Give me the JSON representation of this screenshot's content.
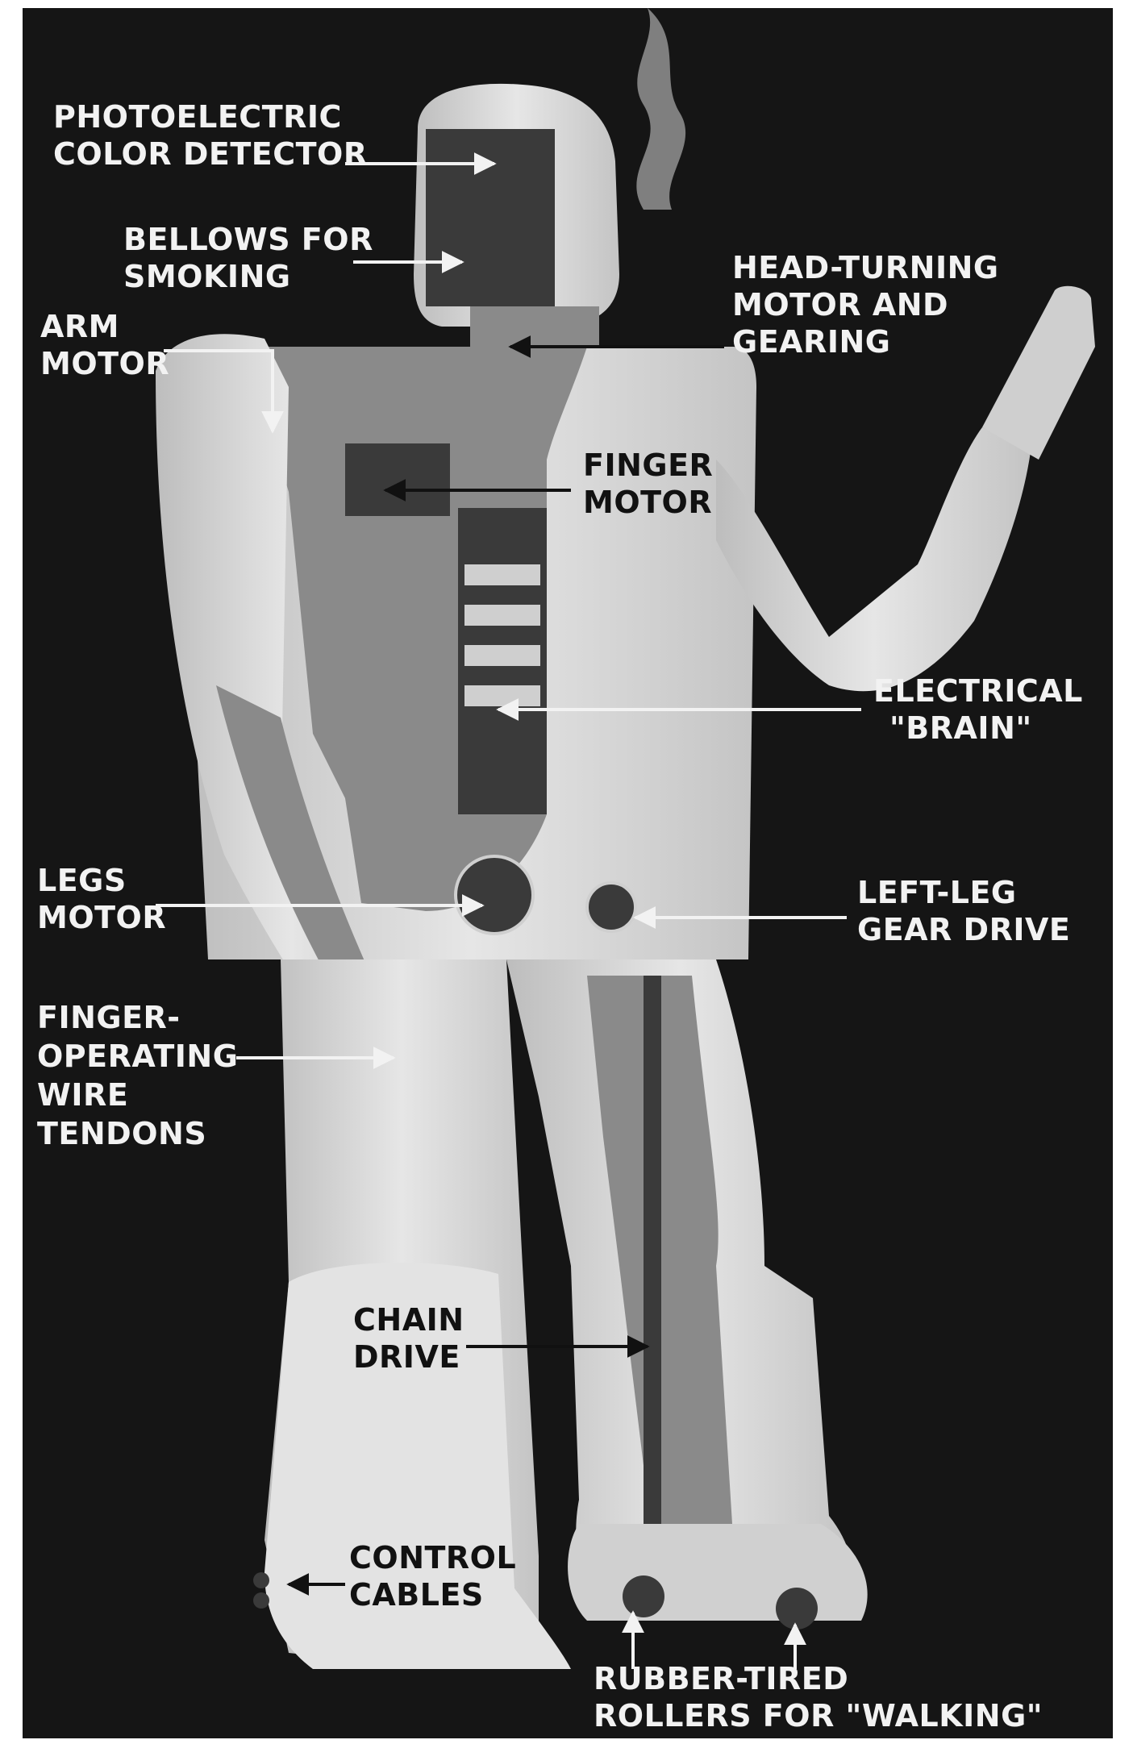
{
  "labels": {
    "photoelectric": [
      "PHOTOELECTRIC",
      "COLOR DETECTOR"
    ],
    "bellows": [
      "BELLOWS FOR",
      "SMOKING"
    ],
    "arm_motor": [
      "ARM",
      "MOTOR"
    ],
    "head_turning": [
      "HEAD-TURNING",
      "MOTOR AND",
      "GEARING"
    ],
    "finger_motor": [
      "FINGER",
      "MOTOR"
    ],
    "brain": [
      "ELECTRICAL",
      "\"BRAIN\""
    ],
    "legs_motor": [
      "LEGS",
      "MOTOR"
    ],
    "left_leg": [
      "LEFT-LEG",
      "GEAR DRIVE"
    ],
    "tendons": [
      "FINGER-",
      "OPERATING",
      "WIRE",
      "TENDONS"
    ],
    "chain_drive": [
      "CHAIN",
      "DRIVE"
    ],
    "control_cables": [
      "CONTROL",
      "CABLES"
    ],
    "rollers": [
      "RUBBER-TIRED",
      "ROLLERS FOR \"WALKING\""
    ]
  },
  "colors": {
    "background": "#151515",
    "body_light": "#d9d9d9",
    "interior_mid": "#8a8a8a",
    "interior_dark": "#3a3a3a",
    "label": "#f2f2f2"
  }
}
